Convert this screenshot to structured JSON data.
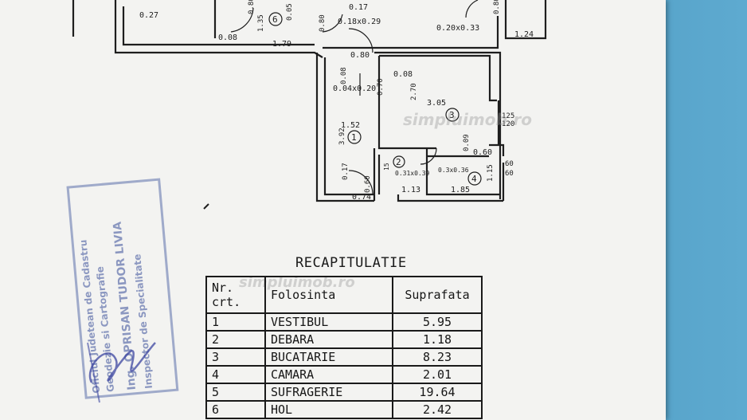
{
  "plan": {
    "dims": [
      "0.27",
      "0.80",
      "1.35",
      "0.05",
      "0.17",
      "0.18x0.29",
      "0.08",
      "1.79",
      "0.80",
      "0.20x0.33",
      "1.24",
      "0.80",
      "0.08",
      "0.04x0.20",
      "0.70",
      "0.08",
      "2.70",
      "3.05",
      "1.52",
      "3.92",
      "0.17",
      "0.74",
      "0.60",
      "1.13",
      "1.85",
      "0.3x0.36",
      "1.15",
      "0.09",
      "0.60",
      "60",
      "60",
      "125",
      "120",
      "0.31x0.39",
      "15"
    ],
    "rooms": [
      "6",
      "1",
      "2",
      "3",
      "4"
    ]
  },
  "watermark": "simpluimob.ro",
  "recap": {
    "title": "RECAPITULATIE",
    "headers": {
      "nr": "Nr.",
      "crt": "crt.",
      "folosinta": "Folosinta",
      "suprafata": "Suprafata"
    },
    "rows": [
      {
        "nr": "1",
        "name": "VESTIBUL",
        "area": "5.95"
      },
      {
        "nr": "2",
        "name": "DEBARA",
        "area": "1.18"
      },
      {
        "nr": "3",
        "name": "BUCATARIE",
        "area": "8.23"
      },
      {
        "nr": "4",
        "name": "CAMARA",
        "area": "2.01"
      },
      {
        "nr": "5",
        "name": "SUFRAGERIE",
        "area": "19.64"
      },
      {
        "nr": "6",
        "name": "HOL",
        "area": "2.42"
      }
    ]
  },
  "stamp": {
    "lines": [
      "Oficiul Judetean de Cadastru",
      "Geodezie si Cartografie",
      "Ing. OPRISAN TUDOR LIVIA",
      "Inspector de Specialitate"
    ]
  },
  "colors": {
    "paper": "#f3f3f1",
    "ink": "#1e1e1e",
    "stamp": "#4a5aa0",
    "background": "#4f9bbf"
  }
}
